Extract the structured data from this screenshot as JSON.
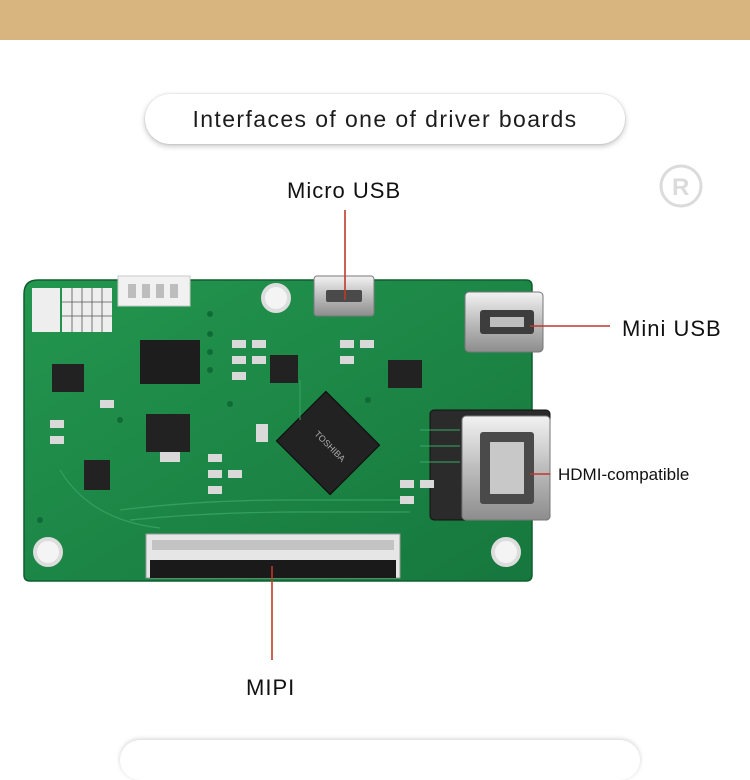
{
  "title": "Interfaces of one of driver boards",
  "callouts": {
    "micro_usb": "Micro USB",
    "mini_usb": "Mini USB",
    "hdmi": "HDMI-compatible",
    "mipi": "MIPI"
  },
  "colors": {
    "top_band": "#d8b47f",
    "pcb": "#1e8a4a",
    "pcb_dark": "#0f6b35",
    "leader_line": "#c0392b"
  }
}
